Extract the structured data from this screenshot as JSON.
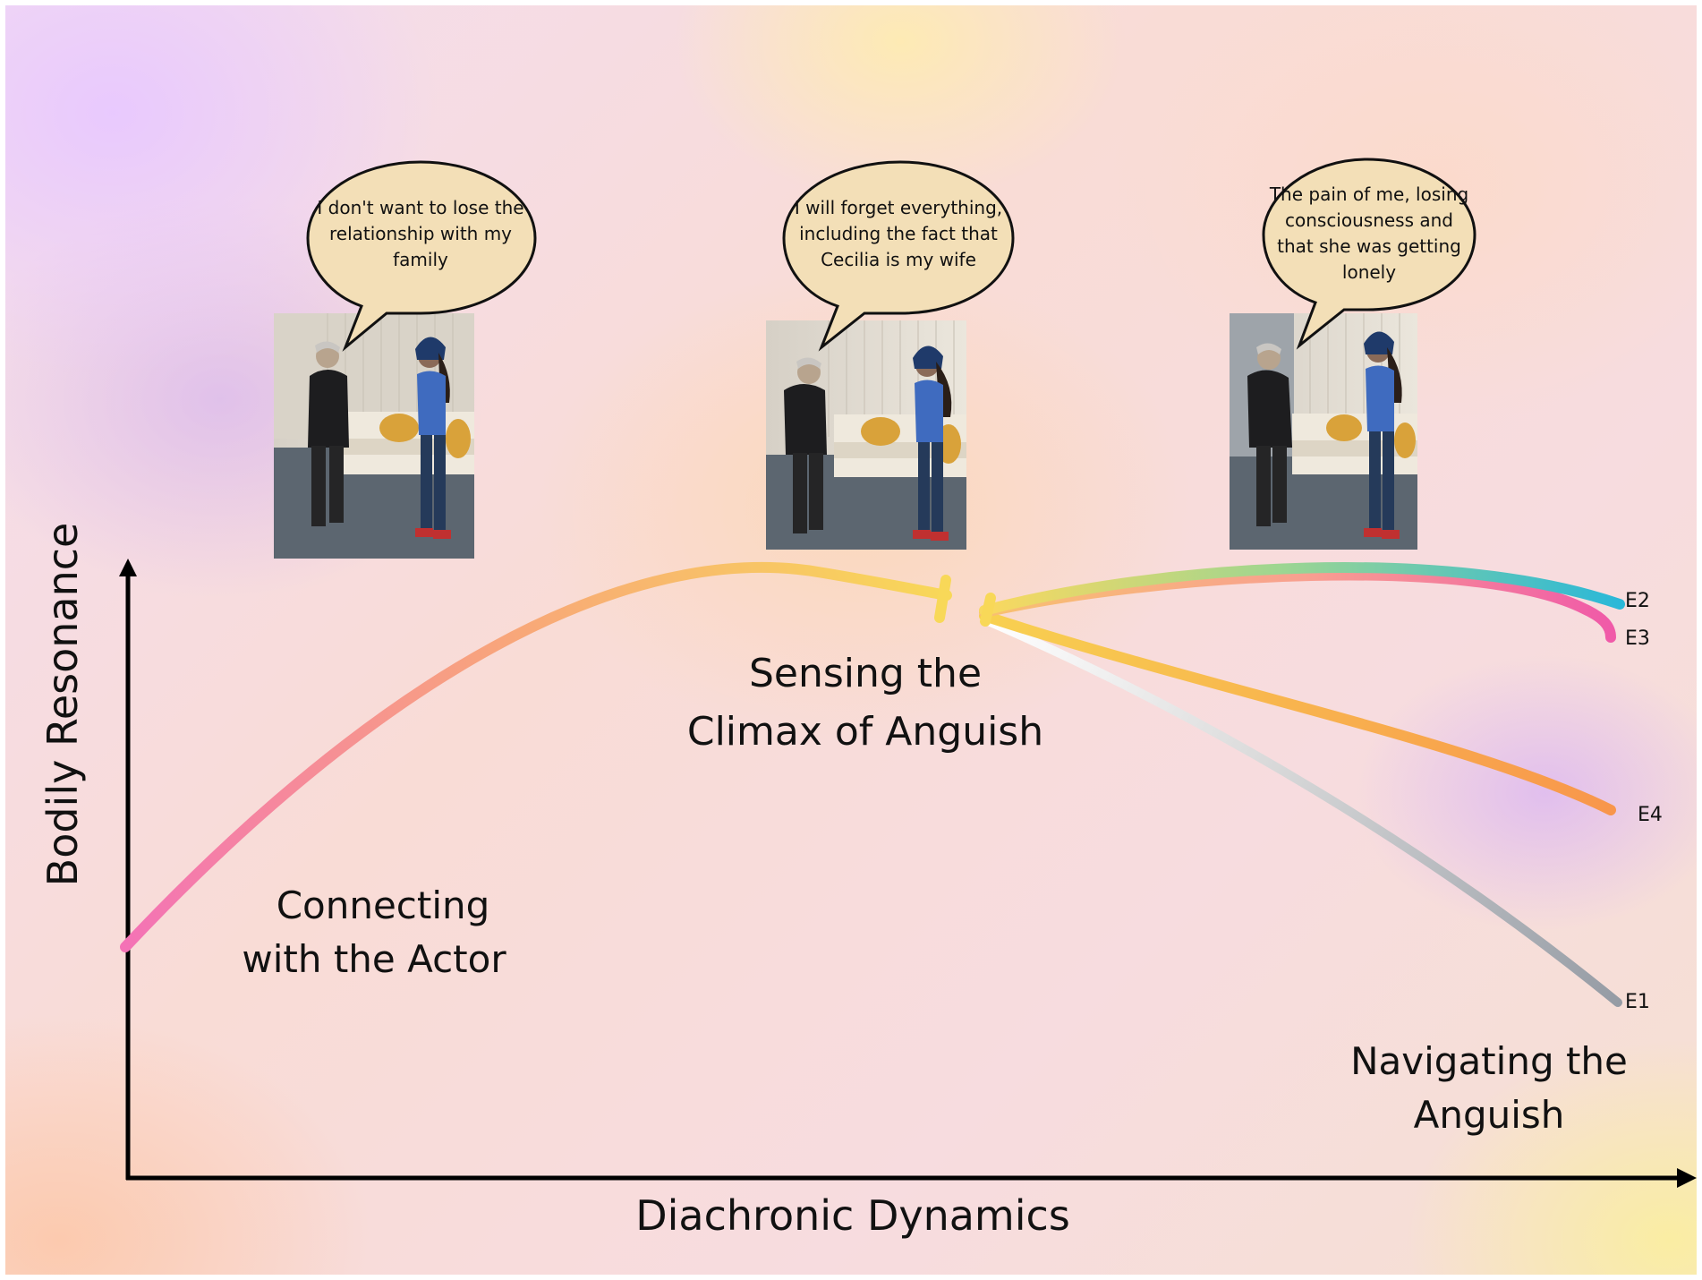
{
  "diagram": {
    "axes": {
      "x_label": "Diachronic Dynamics",
      "y_label": "Bodily Resonance"
    },
    "phases": {
      "connecting_line1": "Connecting",
      "connecting_line2": "with the Actor",
      "climax_line1": "Sensing the",
      "climax_line2": "Climax of Anguish",
      "navigating_line1": "Navigating the",
      "navigating_line2": "Anguish"
    },
    "quotes": [
      {
        "lines": [
          "I don't want to lose the",
          "relationship with my",
          "family"
        ]
      },
      {
        "lines": [
          "I will forget everything,",
          "including the fact that",
          "Cecilia is my wife"
        ]
      },
      {
        "lines": [
          "The pain of me, losing",
          "consciousness and",
          "that she was getting",
          "lonely"
        ]
      }
    ],
    "trajectories": [
      {
        "id": "E2",
        "label": "E2",
        "color_start": "#f8d860",
        "color_end": "#2ab8d8"
      },
      {
        "id": "E3",
        "label": "E3",
        "color_start": "#f8b878",
        "color_end": "#f05aa8"
      },
      {
        "id": "E4",
        "label": "E4",
        "color_start": "#f8c850",
        "color_end": "#f89a50"
      },
      {
        "id": "E1",
        "label": "E1",
        "color_start": "#ffffff",
        "color_end": "#9aa0a8"
      }
    ],
    "colors": {
      "main_curve_start": "#f472b6",
      "main_curve_mid": "#f8a878",
      "main_curve_end": "#f8d858",
      "bubble_fill": "#f3dfb7",
      "axis": "#000000"
    }
  }
}
